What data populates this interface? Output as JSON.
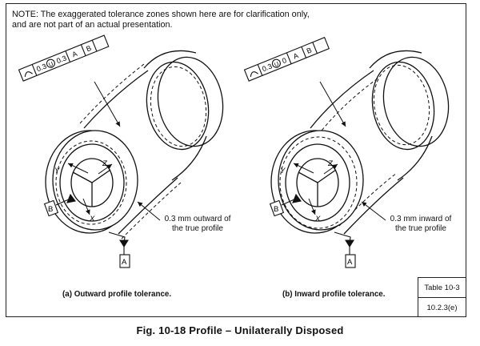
{
  "note": {
    "line1": "NOTE:  The exaggerated tolerance zones shown here are for clarification only,",
    "line2": "and are not part of an actual presentation."
  },
  "panel_a": {
    "fcf": {
      "value1": "0.3",
      "modifier": "U",
      "value2": "0.3",
      "datum1": "A",
      "datum2": "B"
    },
    "annotation_line1": "0.3 mm outward of",
    "annotation_line2": "the true profile",
    "caption": "(a) Outward profile tolerance.",
    "datum_b": "B",
    "datum_a": "A",
    "axis_x": "X",
    "axis_y": "Y",
    "axis_z": "Z"
  },
  "panel_b": {
    "fcf": {
      "value1": "0.3",
      "modifier": "U",
      "value2": "0",
      "datum1": "A",
      "datum2": "B"
    },
    "annotation_line1": "0.3 mm inward of",
    "annotation_line2": "the true profile",
    "caption": "(b) Inward profile tolerance.",
    "datum_b": "B",
    "datum_a": "A",
    "axis_x": "X",
    "axis_y": "Y",
    "axis_z": "Z"
  },
  "table_ref": {
    "row1": "Table 10-3",
    "row2": "10.2.3(e)"
  },
  "figure_title": "Fig. 10-18   Profile – Unilaterally Disposed"
}
